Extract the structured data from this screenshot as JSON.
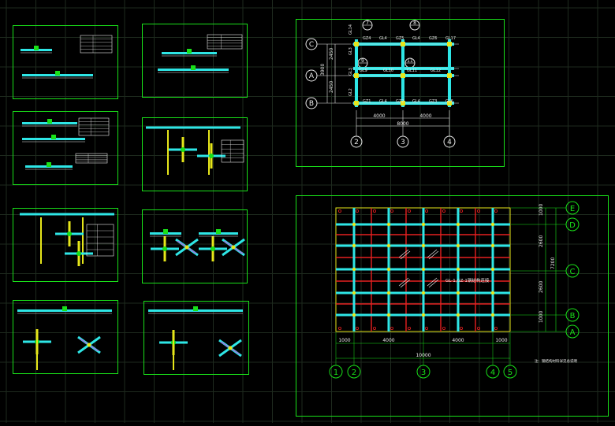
{
  "top_plan": {
    "axes_rows": [
      "C",
      "A",
      "B"
    ],
    "axes_cols": [
      "2",
      "3",
      "4"
    ],
    "top_markers": [
      "7",
      "8"
    ],
    "mid_markers": [
      "9",
      "11"
    ],
    "beam_labels_top": [
      "GZ4",
      "GL4",
      "GZ5",
      "GL4",
      "GZ6",
      "GL17"
    ],
    "beam_labels_mid": [
      "GL9",
      "GL10",
      "GL11",
      "GL12"
    ],
    "beam_labels_bot": [
      "GZ1",
      "GL4",
      "GZ2",
      "GL4",
      "GZ3",
      "GL6"
    ],
    "left_col_labels": [
      "GL14",
      "GL3",
      "GL3",
      "GL2"
    ],
    "dims_vertical": [
      "2450",
      "2450",
      "3900"
    ],
    "dims_horizontal": [
      "4000",
      "4000"
    ],
    "dim_total": "8000"
  },
  "grid_plan": {
    "axes_rows": [
      "E",
      "D",
      "C",
      "B",
      "A"
    ],
    "axes_cols": [
      "1",
      "2",
      "3",
      "4",
      "5"
    ],
    "dims_vertical": [
      "1000",
      "2600",
      "2600",
      "1000"
    ],
    "dim_vertical_total": "7200",
    "dims_horizontal": [
      "1000",
      "4000",
      "4000",
      "1000"
    ],
    "dim_total": "10000",
    "annotation": "GL-1,GZ-1钢结构连接",
    "note": "注：钢结构材料详见总说明"
  },
  "colors": {
    "frame": "#19e019",
    "grid": "#1e2a1e",
    "cyan": "#2ee6e6",
    "red": "#e62020",
    "yellow": "#e6e61a",
    "white": "#e8e8e8",
    "green": "#19e019",
    "magenta": "#e030e0"
  }
}
